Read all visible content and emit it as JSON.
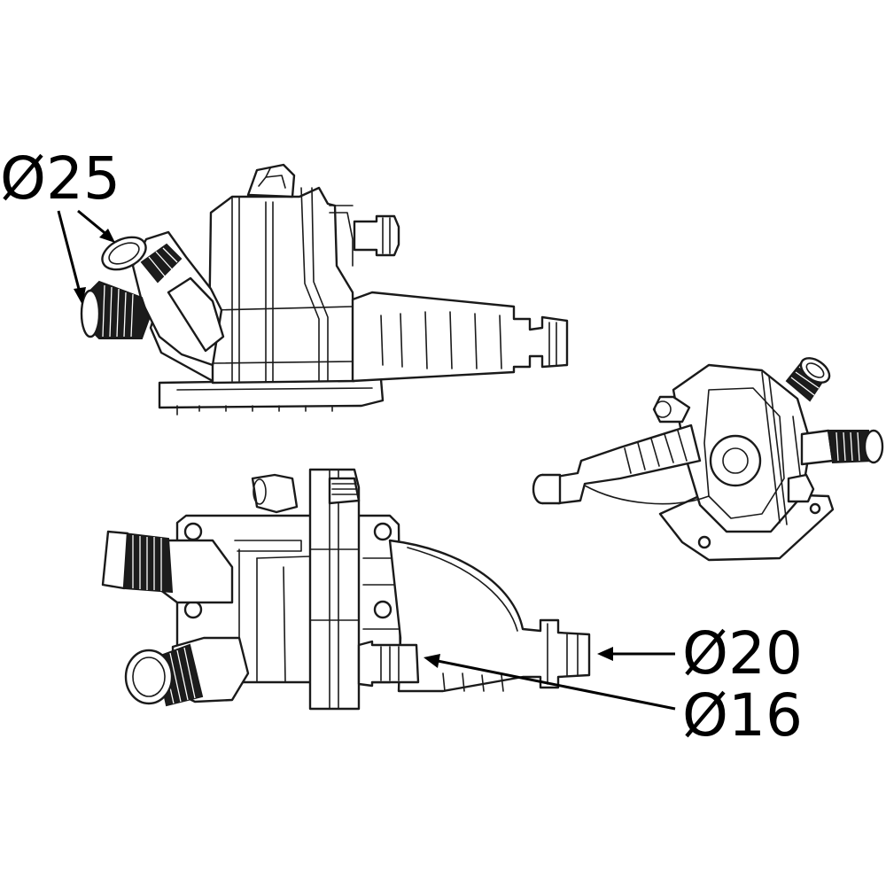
{
  "labels": {
    "d25": "Ø25",
    "d20": "Ø20",
    "d16": "Ø16"
  },
  "colors": {
    "line": "#1a1a1a",
    "hose": "#1c1c1c",
    "background": "#ffffff"
  }
}
